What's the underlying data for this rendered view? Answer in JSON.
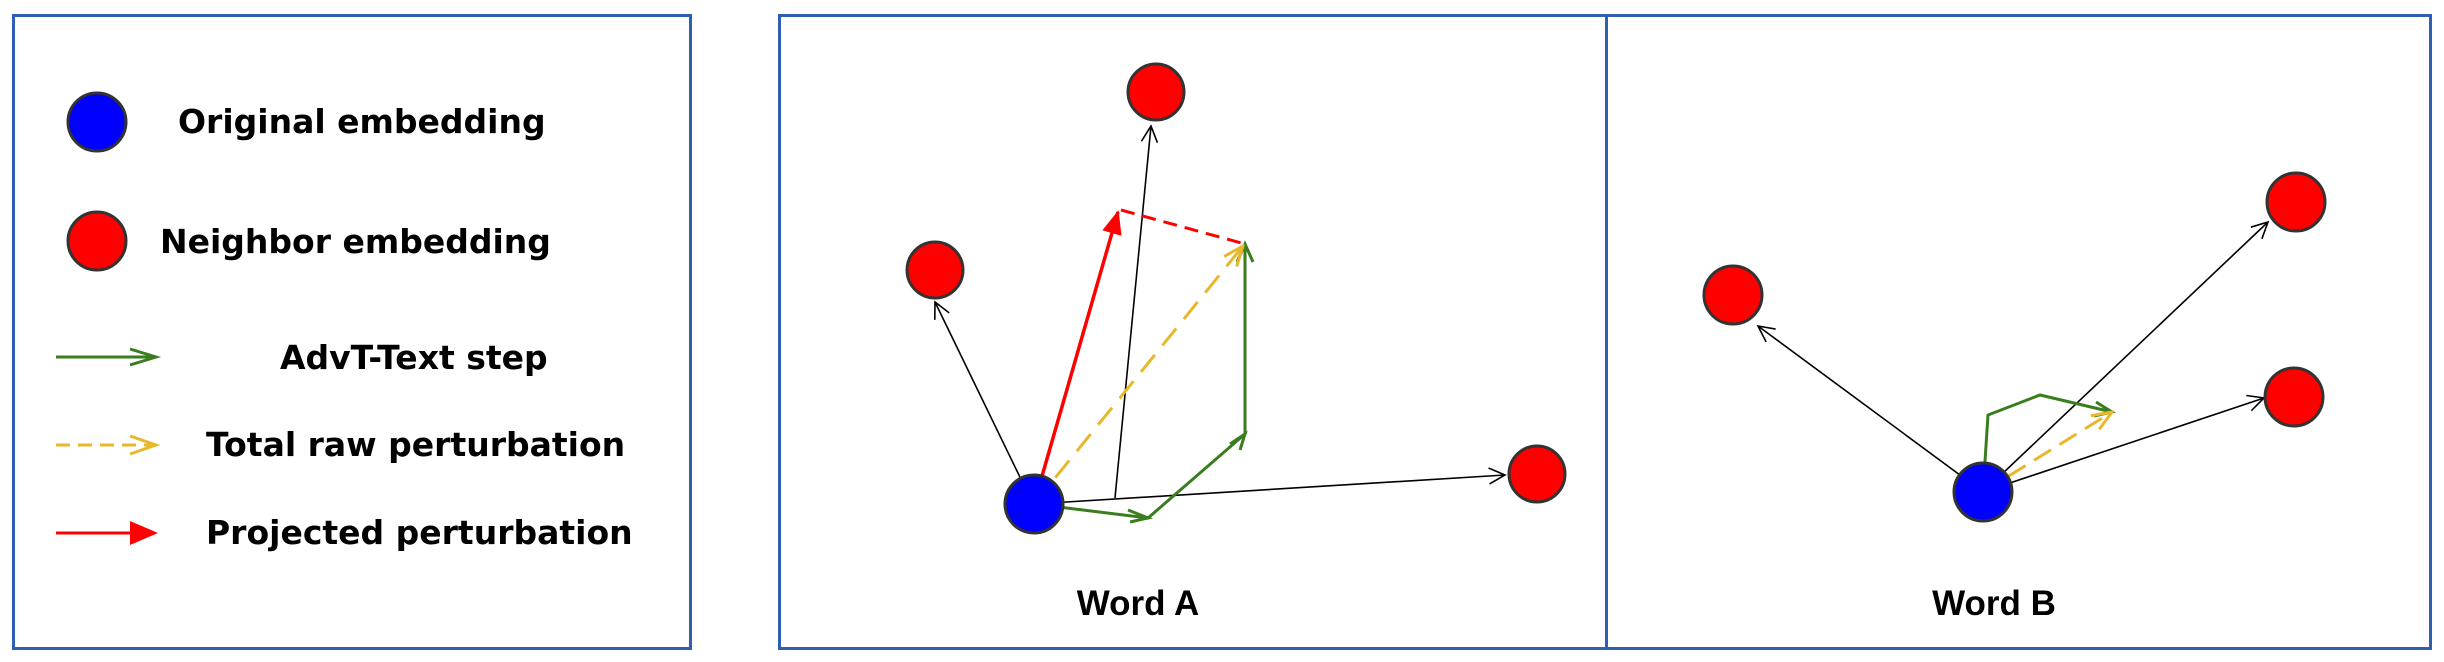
{
  "legend": {
    "items": [
      {
        "label": "Original embedding",
        "symbol": "blue-circle",
        "color": "#0000ff"
      },
      {
        "label": "Neighbor embedding",
        "symbol": "red-circle",
        "color": "#ff0000"
      },
      {
        "label": "AdvT-Text step",
        "symbol": "green-arrow",
        "color": "#3a7d1e"
      },
      {
        "label": "Total raw perturbation",
        "symbol": "yellow-dashed-arrow",
        "color": "#e8b82a"
      },
      {
        "label": "Projected perturbation",
        "symbol": "red-arrow",
        "color": "#ff0000"
      }
    ]
  },
  "panels": {
    "word_a": {
      "label": "Word A"
    },
    "word_b": {
      "label": "Word B"
    }
  },
  "colors": {
    "border": "#2e5fb0",
    "original": "#0000ff",
    "neighbor": "#ff0000",
    "step": "#3a7d1e",
    "raw": "#e8b82a",
    "projected": "#ff0000"
  }
}
